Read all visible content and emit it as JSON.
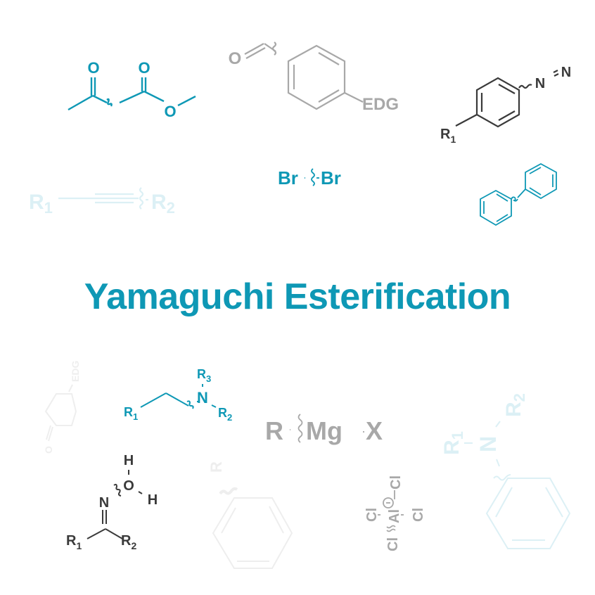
{
  "title": "Yamaguchi Esterification",
  "colors": {
    "teal": "#0e98b5",
    "grey": "#a8a8a8",
    "dark": "#3a3a3a",
    "faint_teal": "#dcf0f5",
    "faint_grey": "#eeeeee"
  },
  "molecules": {
    "ketoester": {
      "o1": "O",
      "o2": "O",
      "o3": "O"
    },
    "benzaldehyde": {
      "o": "O",
      "edg": "EDG"
    },
    "diazonium": {
      "r": "R",
      "r_sub": "1",
      "n1": "N",
      "n2": "N"
    },
    "alkyne": {
      "r1": "R",
      "r1_sub": "1",
      "r2": "R",
      "r2_sub": "2"
    },
    "bromine": {
      "left": "Br",
      "right": "Br"
    },
    "biphenyl": {},
    "faint_benzaldehyde": {
      "o": "O",
      "edg": "EDG"
    },
    "amine": {
      "r1": "R",
      "r1_sub": "1",
      "n": "N",
      "r2": "R",
      "r2_sub": "2",
      "r3": "R",
      "r3_sub": "3"
    },
    "grignard": {
      "r": "R",
      "mg": "Mg",
      "x": "X"
    },
    "aniline": {
      "r1": "R",
      "r1_sub": "1",
      "n": "N",
      "r2": "R",
      "r2_sub": "2"
    },
    "oxime": {
      "n": "N",
      "o": "O",
      "h1": "H",
      "h2": "H",
      "r1": "R",
      "r1_sub": "1",
      "r2": "R",
      "r2_sub": "2"
    },
    "phenyl_r": {
      "r": "R"
    },
    "alcl4": {
      "cl1": "Cl",
      "cl2": "Cl",
      "cl3": "Cl",
      "cl4": "Cl",
      "al": "Al",
      "charge": "−"
    }
  }
}
